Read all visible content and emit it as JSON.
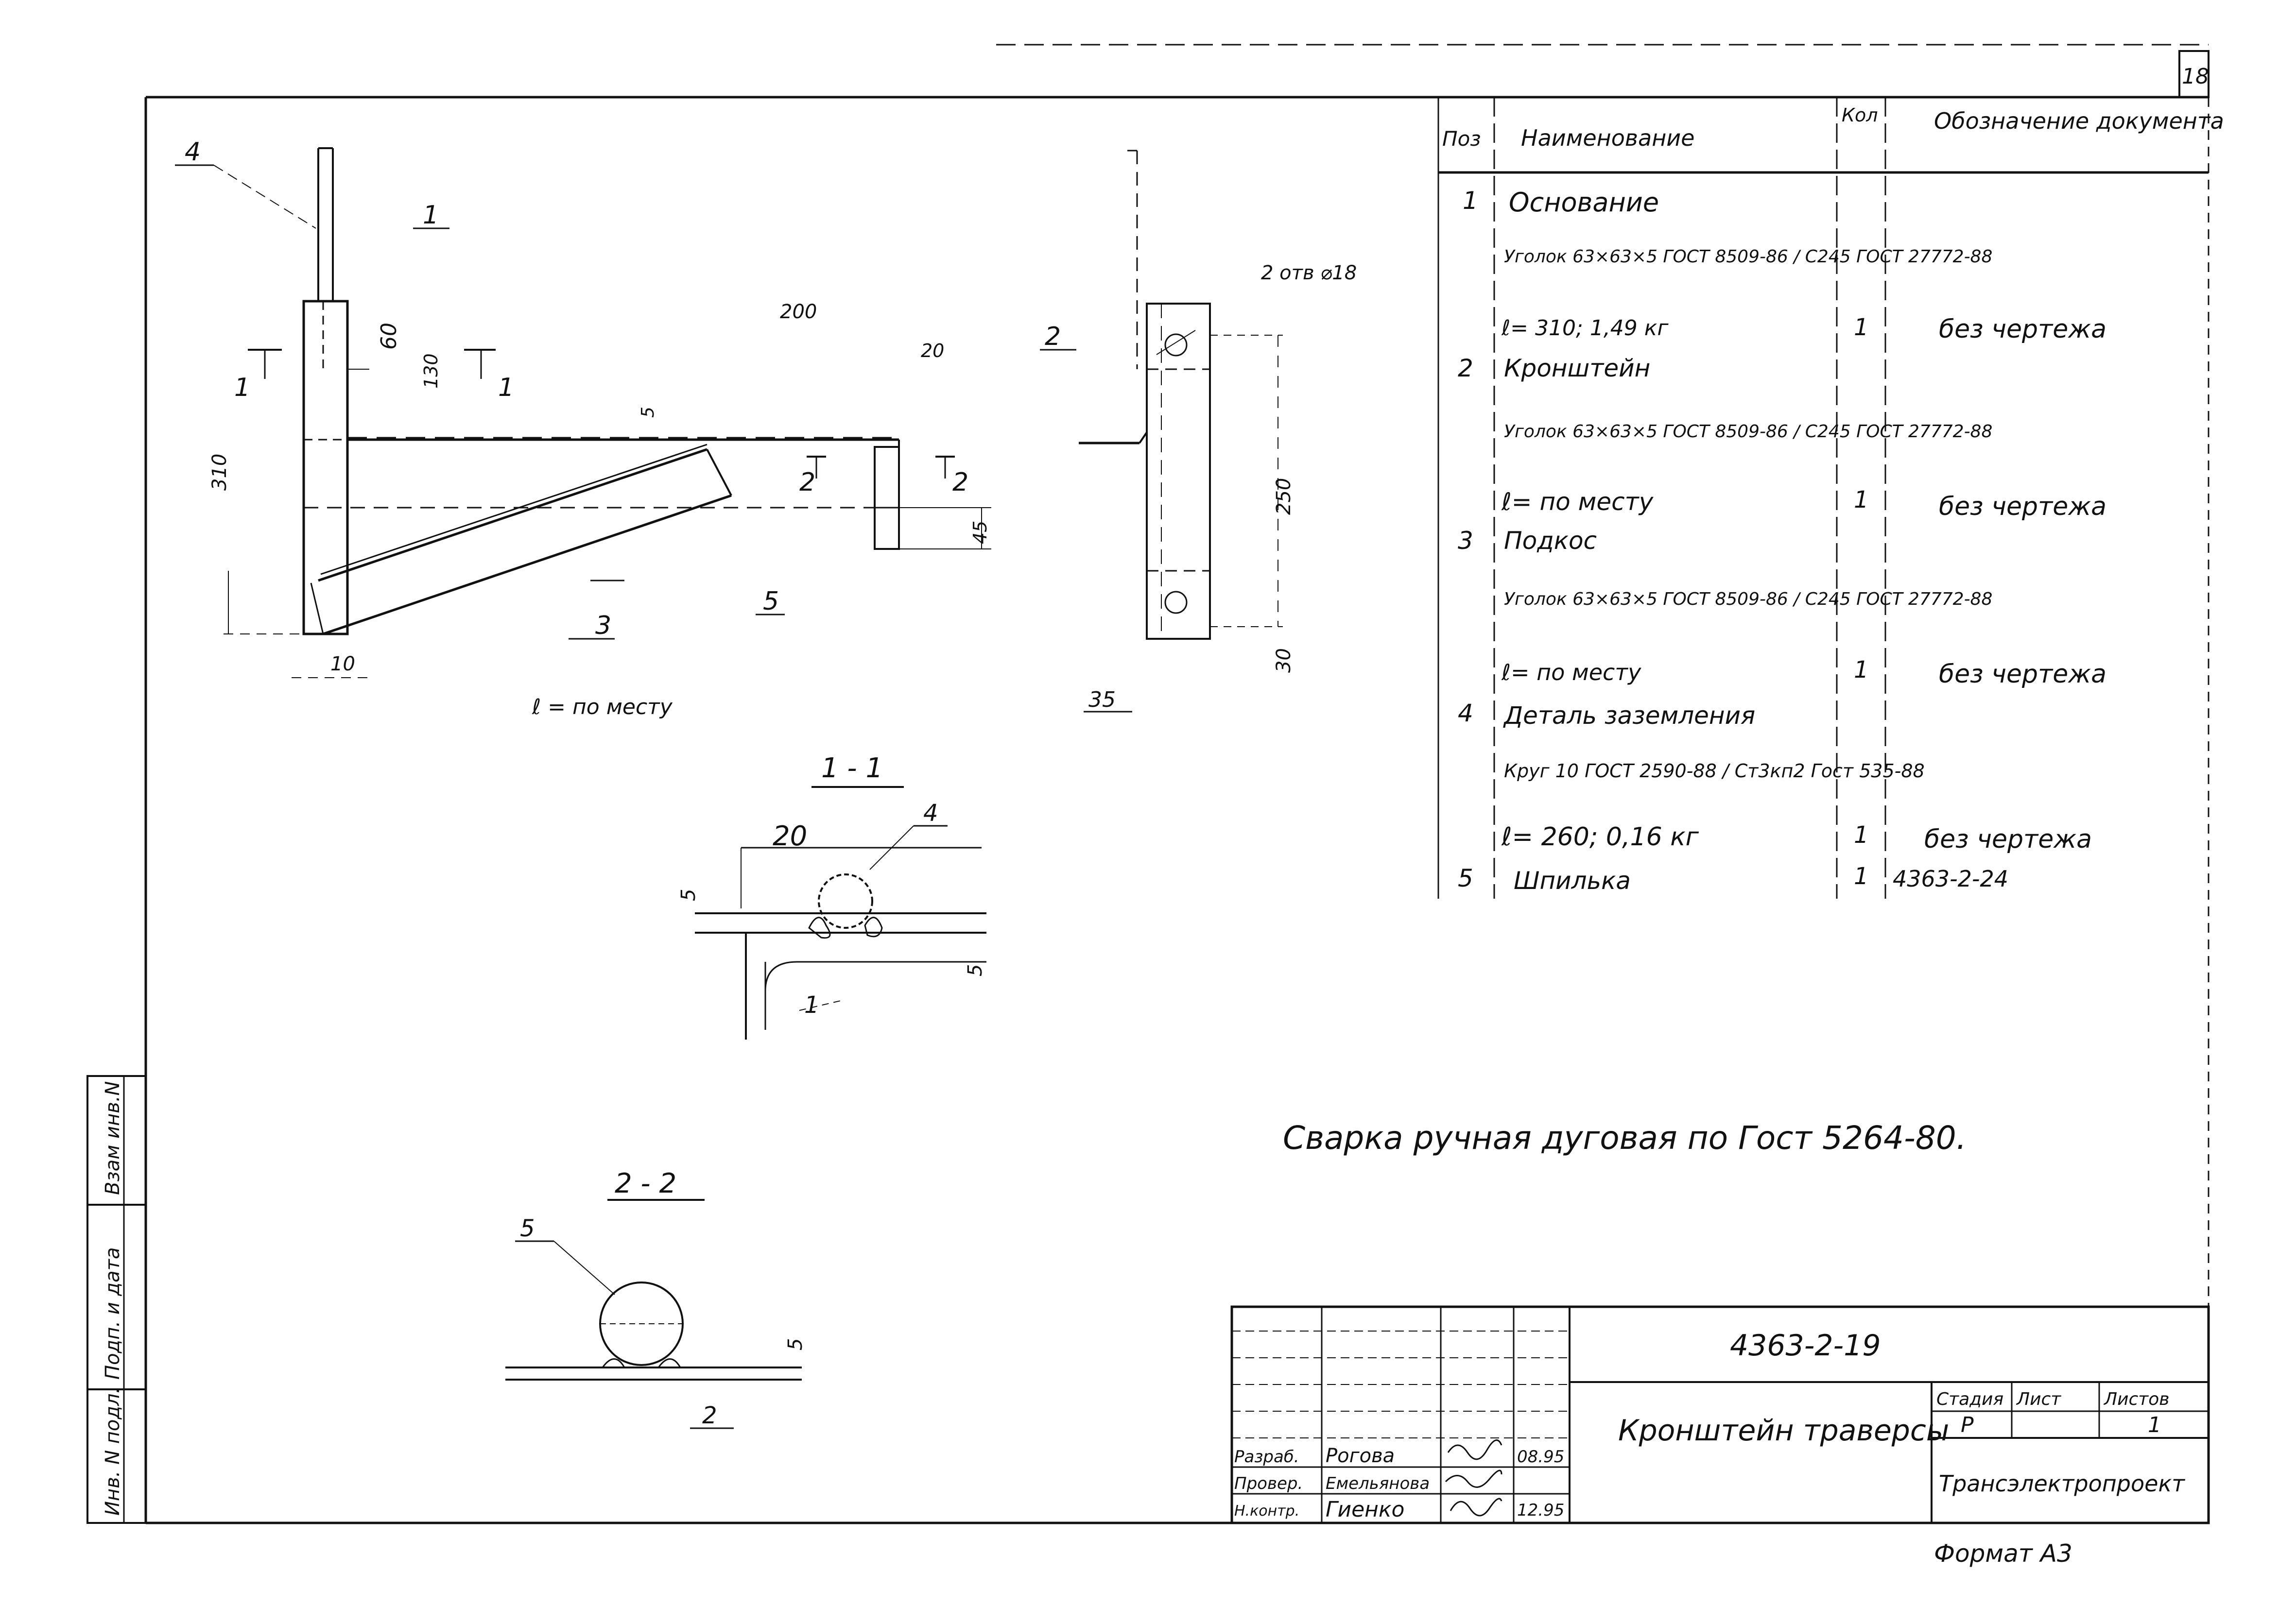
{
  "sheet_number": "18",
  "format_label": "Формат А3",
  "welding_note": "Сварка ручная дуговая по Гост 5264-80.",
  "side_stamp": [
    "Взам инв.N",
    "Подп. и дата",
    "Инв. N подл."
  ],
  "spec_table": {
    "headers": {
      "pos": "Поз",
      "name": "Наименование",
      "qty": "Кол",
      "doc": "Обозначение документа"
    },
    "rows": [
      {
        "pos": "1",
        "name": "Основание",
        "qty": "",
        "doc": ""
      },
      {
        "pos": "",
        "name": "Уголок 63×63×5 ГОСТ 8509-86 / С245 ГОСТ 27772-88",
        "qty": "",
        "doc": ""
      },
      {
        "pos": "",
        "name": "ℓ= 310; 1,49 кг",
        "qty": "1",
        "doc": "без чертежа"
      },
      {
        "pos": "2",
        "name": "Кронштейн",
        "qty": "",
        "doc": ""
      },
      {
        "pos": "",
        "name": "Уголок 63×63×5 ГОСТ 8509-86 / С245 ГОСТ 27772-88",
        "qty": "",
        "doc": ""
      },
      {
        "pos": "",
        "name": "ℓ= по месту",
        "qty": "1",
        "doc": "без чертежа"
      },
      {
        "pos": "3",
        "name": "Подкос",
        "qty": "",
        "doc": ""
      },
      {
        "pos": "",
        "name": "Уголок 63×63×5 ГОСТ 8509-86 / С245 ГОСТ 27772-88",
        "qty": "",
        "doc": ""
      },
      {
        "pos": "",
        "name": "ℓ= по месту",
        "qty": "1",
        "doc": "без чертежа"
      },
      {
        "pos": "4",
        "name": "Деталь заземления",
        "qty": "",
        "doc": ""
      },
      {
        "pos": "",
        "name": "Круг 10 ГОСТ 2590-88 / Ст3кп2 Гост 535-88",
        "qty": "",
        "doc": ""
      },
      {
        "pos": "",
        "name": "ℓ= 260; 0,16 кг",
        "qty": "1",
        "doc": "без чертежа"
      },
      {
        "pos": "5",
        "name": "Шпилька",
        "qty": "1",
        "doc": "4363-2-24"
      }
    ]
  },
  "title_block": {
    "doc_code": "4363-2-19",
    "title": "Кронштейн траверсы",
    "stage_label": "Стадия",
    "sheet_label": "Лист",
    "sheets_label": "Листов",
    "stage": "Р",
    "sheet": "",
    "sheets": "1",
    "organization": "Трансэлектропроект",
    "signatures": [
      {
        "role": "Разраб.",
        "name": "Рогова",
        "date": "08.95"
      },
      {
        "role": "Провер.",
        "name": "Емельянова",
        "date": ""
      },
      {
        "role": "Н.контр.",
        "name": "Гиенко",
        "date": "12.95"
      }
    ]
  },
  "drawing_labels": {
    "main_view": {
      "callouts": [
        "4",
        "1",
        "5",
        "3"
      ],
      "section_marks": [
        "1",
        "1",
        "2",
        "2"
      ],
      "dims": [
        "60",
        "130",
        "310",
        "200",
        "20",
        "5",
        "45",
        "10"
      ],
      "note": "ℓ = по месту"
    },
    "side_view": {
      "callout": "2",
      "hole_note": "2 отв ⌀18",
      "dims": [
        "250",
        "30",
        "35"
      ]
    },
    "section_1_1": {
      "title": "1 - 1",
      "callouts": [
        "4",
        "1"
      ],
      "dims": [
        "20",
        "5",
        "5"
      ]
    },
    "section_2_2": {
      "title": "2 - 2",
      "callouts": [
        "5",
        "2"
      ],
      "dims": [
        "5"
      ]
    }
  }
}
